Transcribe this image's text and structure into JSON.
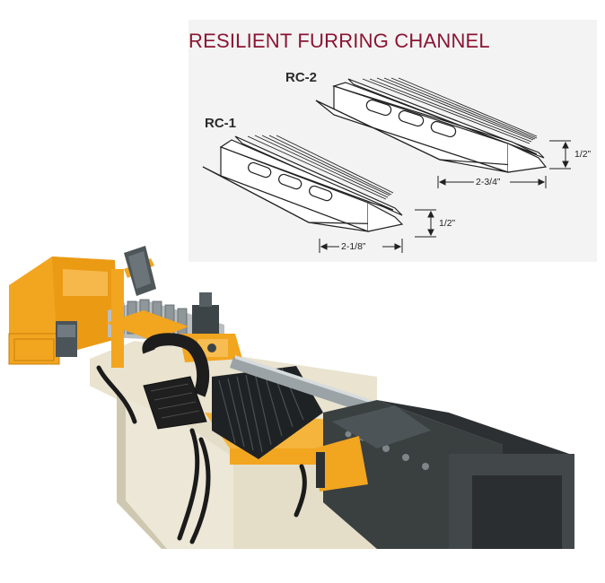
{
  "diagram": {
    "title": "RESILIENT FURRING CHANNEL",
    "rc1_label": "RC-1",
    "rc2_label": "RC-2",
    "rc1_width": "2-1/8”",
    "rc1_height": "1/2”",
    "rc2_width": "2-3/4”",
    "rc2_height": "1/2”"
  },
  "colors": {
    "title": "#8a1533",
    "machine_yellow": "#f2a51f",
    "machine_cream": "#ece7d6",
    "machine_dark": "#3a3f40"
  }
}
